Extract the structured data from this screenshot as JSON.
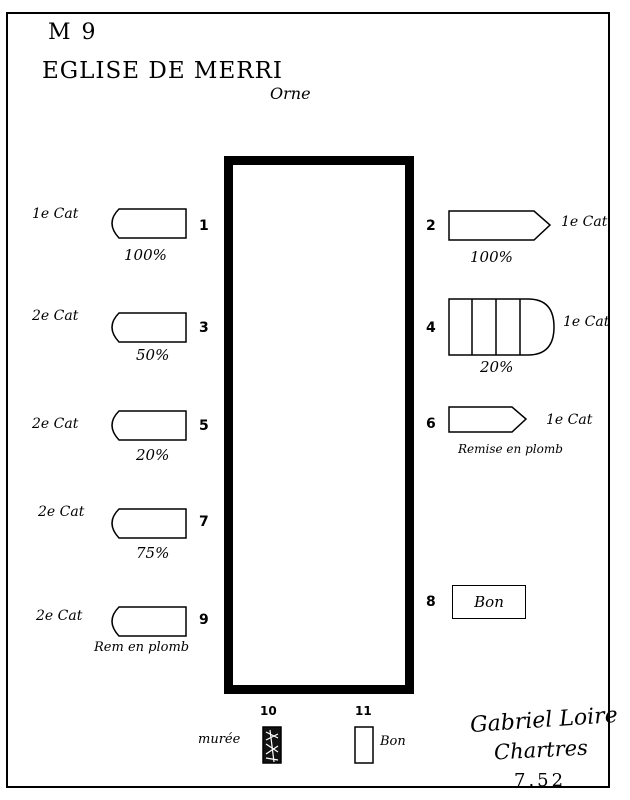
{
  "header": {
    "code": "M 9",
    "church": "EGLISE DE MERRI",
    "town": "Orne"
  },
  "windows": [
    {
      "num": "1",
      "cat": "1e Cat",
      "pct": "100%"
    },
    {
      "num": "2",
      "cat": "1e Cat",
      "pct": "100%"
    },
    {
      "num": "3",
      "cat": "2e Cat",
      "pct": "50%"
    },
    {
      "num": "4",
      "cat": "1e Cat",
      "pct": "20%"
    },
    {
      "num": "5",
      "cat": "2e Cat",
      "pct": "20%"
    },
    {
      "num": "6",
      "cat": "1e Cat",
      "note": "Remise en plomb"
    },
    {
      "num": "7",
      "cat": "2e Cat",
      "pct": "75%"
    },
    {
      "num": "8",
      "text": "Bon"
    },
    {
      "num": "9",
      "cat": "2e Cat",
      "note": "Rem en plomb"
    },
    {
      "num": "10",
      "text": "murée"
    },
    {
      "num": "11",
      "text": "Bon"
    }
  ],
  "signature": {
    "name": "Gabriel Loire",
    "place": "Chartres",
    "date": "7.52"
  }
}
